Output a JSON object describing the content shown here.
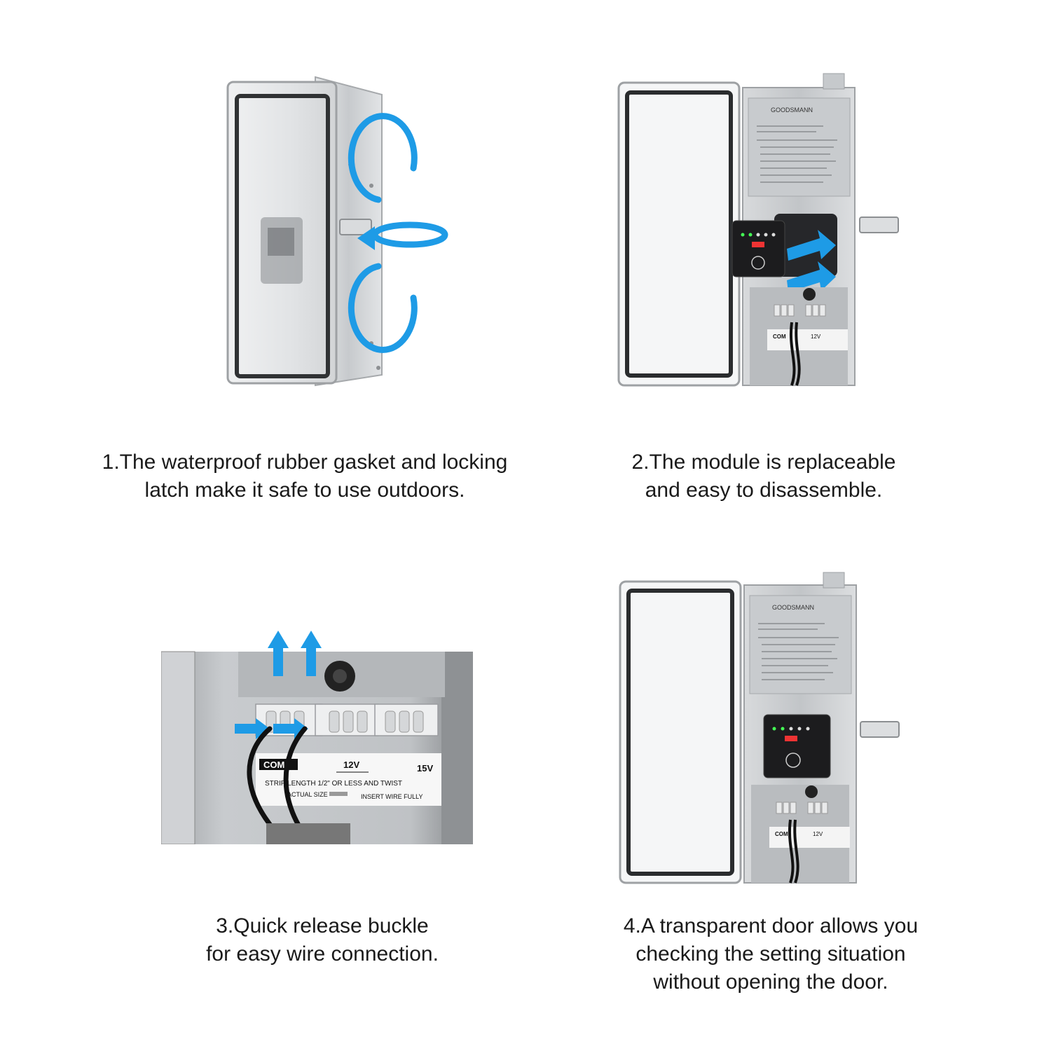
{
  "features": [
    {
      "number": "1.",
      "caption": "1.The waterproof rubber gasket and locking\nlatch make it safe to use outdoors."
    },
    {
      "number": "2.",
      "caption": "2.The module is replaceable\nand easy to disassemble."
    },
    {
      "number": "3.",
      "caption": "3.Quick release buckle\nfor easy wire connection."
    },
    {
      "number": "4.",
      "caption": "4.A transparent door allows you\nchecking the setting situation\nwithout opening the door."
    }
  ],
  "product": {
    "brand_label": "GOODSMANN",
    "terminal_labels": [
      "COM",
      "12V",
      "15V"
    ],
    "strip_label": "STRIP LENGTH 1/2\" OR LESS AND TWIST",
    "actual_size_label": "ACTUAL SIZE",
    "insert_label": "INSERT WIRE FULLY"
  },
  "icons": {
    "rotate_arrow": "rotate-arrow-icon",
    "insert_arrow": "insert-arrow-icon",
    "release_arrow": "release-arrow-icon"
  },
  "colors": {
    "accent_blue": "#1e9be6",
    "steel": "#c9ccd0",
    "module_dark": "#1c1c1e"
  }
}
